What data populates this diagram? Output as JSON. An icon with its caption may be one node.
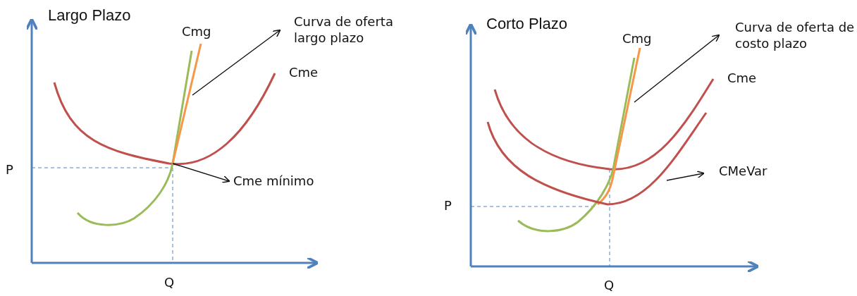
{
  "diagram": {
    "nodes": [
      {
        "text": [
          "Curva de oferta largo plazo"
        ]
      },
      {
        "text": [],
        "shape": "line"
      },
      {
        "text": [
          "Cme mínimo"
        ]
      },
      {
        "text": [
          "Curva de oferta de costo plazo"
        ]
      },
      {
        "text": [],
        "shape": "line"
      },
      {
        "text": [
          "CMeVar"
        ]
      },
      {
        "text": [],
        "shape": "line"
      }
    ],
    "edges": [
      {
        "from": 1,
        "to": 0,
        "arrow": "to"
      },
      {
        "from": 1,
        "to": 2,
        "arrow": "to"
      },
      {
        "from": 4,
        "to": 3,
        "arrow": "to"
      },
      {
        "from": 6,
        "to": 5,
        "arrow": "to"
      }
    ],
    "labels": [
      "Largo Plazo",
      "Cmg",
      "Cme",
      "P",
      "Q",
      "Corto Plazo",
      "Cmg",
      "Cme",
      "P",
      "Q"
    ]
  }
}
